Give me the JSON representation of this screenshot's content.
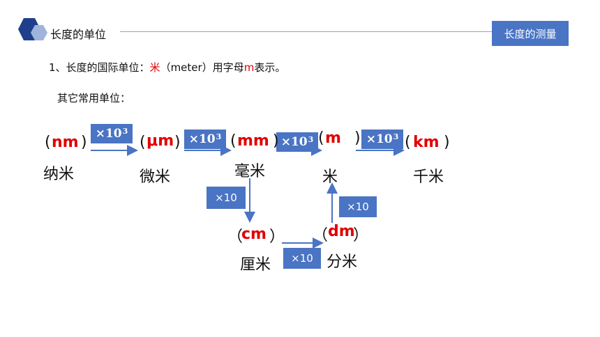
{
  "header": {
    "title": "长度的单位",
    "badge": "长度的测量"
  },
  "intro": {
    "prefix": "1、长度的国际单位：",
    "unit_cn": "米",
    "middle": "（meter）用字母",
    "letter": "m",
    "suffix": "表示。"
  },
  "subtitle": "其它常用单位：",
  "units": {
    "nm": {
      "symbol": "nm",
      "name": "纳米"
    },
    "um": {
      "symbol": "μm",
      "name": "微米"
    },
    "mm": {
      "symbol": "mm",
      "name": "毫米"
    },
    "m": {
      "symbol": "m",
      "name": "米"
    },
    "km": {
      "symbol": "km",
      "name": "千米"
    },
    "cm": {
      "symbol": "cm",
      "name": "厘米"
    },
    "dm": {
      "symbol": "dm",
      "name": "分米"
    }
  },
  "paren_open": "(",
  "paren_close": ")",
  "paren_open_full": "（",
  "paren_close_full": "）",
  "factors": {
    "big": "×10",
    "big_exp": "3",
    "small": "×10"
  },
  "colors": {
    "accent": "#4a74c4",
    "red": "#e00000"
  }
}
